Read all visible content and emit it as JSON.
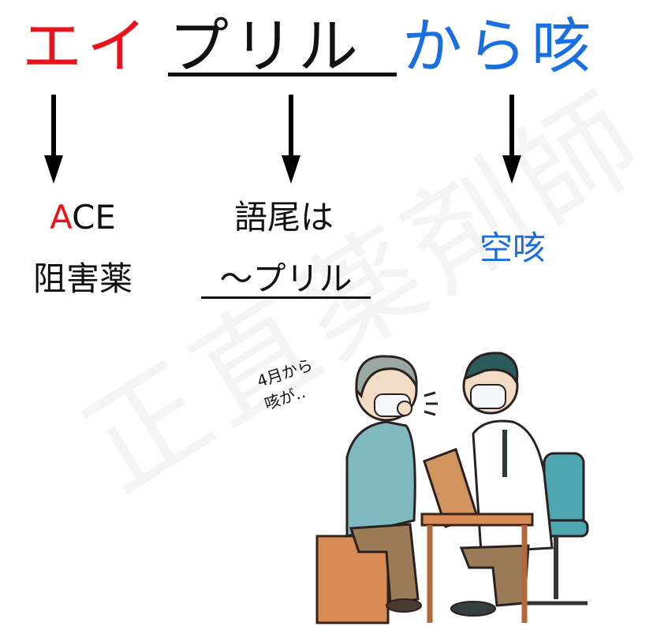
{
  "title": {
    "part1": "エイ",
    "part2": "プリル",
    "part3": "から咳",
    "colors": {
      "part1": "#e8141c",
      "part2": "#111111",
      "part3": "#1a6fe0"
    }
  },
  "columns": [
    {
      "line1_first_letter": "A",
      "line1_rest": "CE",
      "line2": "阻害薬"
    },
    {
      "line1": "語尾は",
      "line2": "～プリル"
    },
    {
      "line1": "空咳"
    }
  ],
  "watermark": "正直薬剤師",
  "illustration": {
    "speech": "4月から\n咳が‥",
    "description": "masked elderly patient coughing while talking to masked doctor with clipboard at desk"
  }
}
